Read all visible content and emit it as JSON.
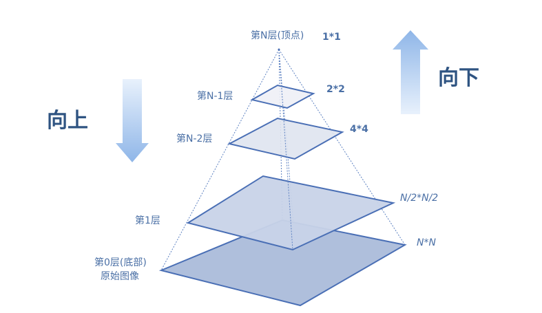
{
  "colors": {
    "line": "#4a6fb5",
    "text": "#4a6fa5",
    "arrow": "#8fb6e8",
    "bigtext": "#2f5482"
  },
  "labels": {
    "top": "第N层(顶点)",
    "top_size": "1*1",
    "n1": "第N-1层",
    "n1_size": "2*2",
    "n2": "第N-2层",
    "n2_size": "4*4",
    "l1": "第1层",
    "l1_size": "N/2*N/2",
    "l0_line1": "第0层(底部)",
    "l0_line2": "原始图像",
    "l0_size": "N*N"
  },
  "arrows": {
    "up_text": "向下",
    "down_text": "向上"
  }
}
